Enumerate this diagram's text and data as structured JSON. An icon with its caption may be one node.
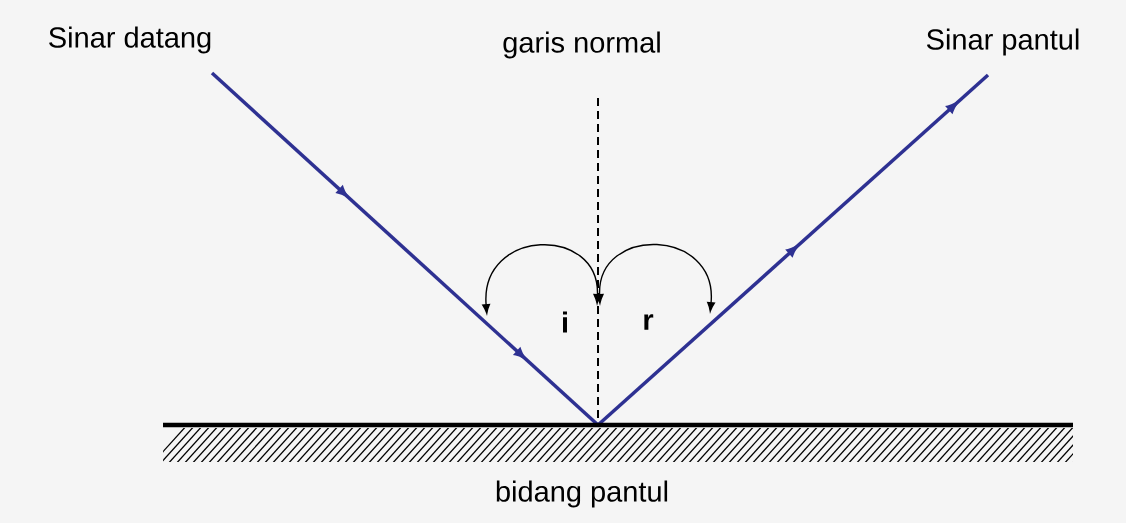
{
  "diagram": {
    "labels": [
      "Sinar datang",
      "garis normal",
      "Sinar pantul",
      "i",
      "r",
      "bidang pantul"
    ]
  }
}
